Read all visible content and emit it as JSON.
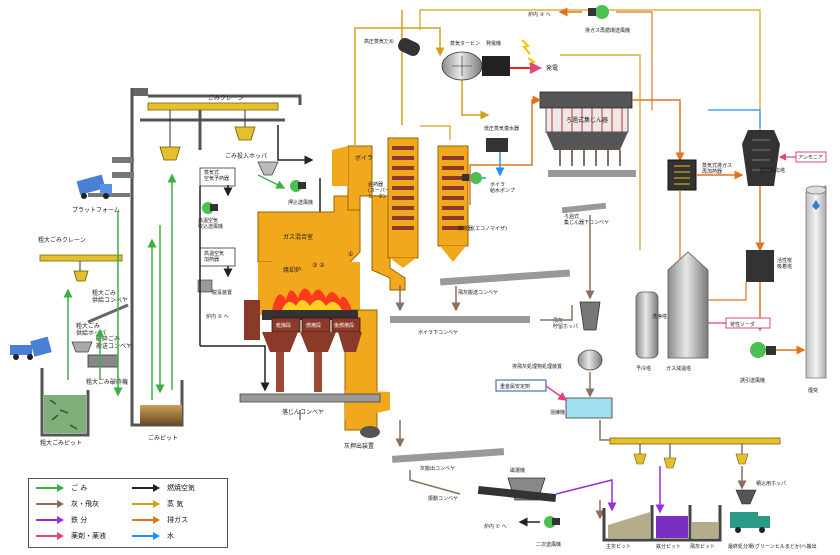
{
  "labels": {
    "garbage_crane": "ごみクレーン",
    "garbage_hopper": "ごみ投入ホッパ",
    "platform": "プラットフォーム",
    "bulky_crane": "粗大ごみクレーン",
    "bulky_conveyor": "粗大ごみ\n供給コンベヤ",
    "bulky_hopper": "粗大ごみ\n供給ホッパ",
    "crushed_conveyor": "破砕ごみ\n搬送コンベヤ",
    "crusher": "粗大ごみ破砕機",
    "bulky_pit": "粗大ごみピット",
    "garbage_pit": "ごみピット",
    "steam_air_preheater": "蒸気式\n空気予熱器",
    "high_temp_blower": "高温空気\n吹込送風機",
    "high_temp_heater": "高温空気\n加熱器",
    "deodor_device": "脱臭装置",
    "to_furnace2": "炉内 ② へ",
    "push_blower": "押込送風機",
    "gas_mixing_chamber": "ガス混合室",
    "boiler": "ボイラ",
    "furnace": "焼却炉",
    "furnace_num": "③ ②",
    "grate_drying": "乾燥段",
    "grate_burning": "燃焼段",
    "grate_post": "後燃焼段",
    "main_ash_conveyor": "落じんコンベヤ",
    "ash_extractor": "灰押出装置",
    "ash_discharge_conveyor": "灰搬出コンベヤ",
    "magnetic_separator": "磁選機",
    "vibrating_conveyor": "振動コンベヤ",
    "secondary_blower": "二次送風機",
    "to_furnace1": "炉内 ① へ",
    "ash_pit": "主灰ピット",
    "iron_pit": "鉄分ピット",
    "fly_ash_pit": "飛灰ピット",
    "loading_hopper": "積込用ホッパ",
    "truck_dest": "最終処分場(グリーンヒルまどか)へ搬出",
    "hp_steam_header": "高圧蒸気だめ",
    "steam_turbine": "蒸気タービン",
    "generator": "発電機",
    "power_gen": "発電",
    "lp_condenser": "低圧蒸気復水器",
    "boiler_feed_pump": "ボイラ\n給水ポンプ",
    "economizer": "節炭器(エコノマイザ)",
    "superheater": "過熱器\n(スーパー\nヒータ)",
    "filter_dust": "ろ過式集じん器",
    "filter_dust_conveyor": "ろ過式\n集じん器下コンベヤ",
    "fly_ash_conveyor": "飛灰搬送コンベヤ",
    "boiler_conveyor": "ボイラ下コンベヤ",
    "fly_ash_hopper": "飛灰\n貯留ホッパ",
    "chelate_device": "排飛灰処理物処理装置",
    "heavy_metal_stabilizer": "重金属安定剤",
    "mixer": "混練機",
    "exhaust_recirc_blower": "排ガス再循環送風機",
    "to_furnace3": "炉内 ③ へ",
    "to_furnace3b": "炉内 ③ へ",
    "steam_gas_reheater": "蒸気式排ガス\n再加熱器",
    "ammonia": "アンモニア",
    "denitration": "触媒反応塔",
    "wet_scrubber": "洗浄塔",
    "precooler": "予冷塔",
    "gas_cooling": "ガス減温塔",
    "caustic_soda": "苛性ソーダ",
    "activated_carbon": "活性炭\n吸着塔",
    "induced_fan": "誘引送風機",
    "stack": "煙突",
    "num1": "①"
  },
  "legend": [
    {
      "label": "ご み",
      "color": "#3cb043"
    },
    {
      "label": "燃焼空気",
      "color": "#222222"
    },
    {
      "label": "灰・飛灰",
      "color": "#8b6f5e"
    },
    {
      "label": "蒸 気",
      "color": "#d4a017"
    },
    {
      "label": "鉄 分",
      "color": "#9b30d9"
    },
    {
      "label": "排ガス",
      "color": "#e2731e"
    },
    {
      "label": "薬剤・薬液",
      "color": "#e0457b"
    },
    {
      "label": "水",
      "color": "#1e90ff"
    }
  ],
  "colors": {
    "garbage": "#3cb043",
    "air": "#222222",
    "ash": "#8b6f5e",
    "steam": "#d4a017",
    "iron": "#9b30d9",
    "exhaust": "#e2731e",
    "chemical": "#e0457b",
    "water": "#1e90ff",
    "equipment_orange": "#f2a81d",
    "equipment_gray": "#9a9a9a"
  },
  "icons": {
    "truck": "garbage-truck-icon",
    "fan": "blower-fan-icon",
    "claw": "crane-grab-icon",
    "flame": "fire-icon",
    "lightning": "lightning-icon"
  }
}
